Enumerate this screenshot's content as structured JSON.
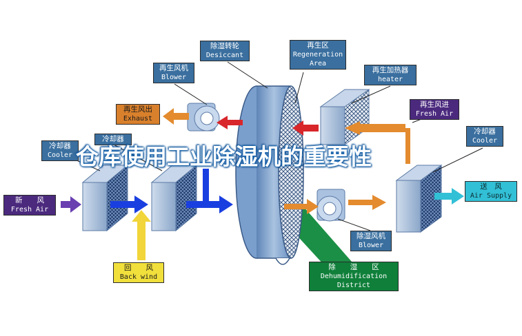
{
  "title": "仓库使用工业除湿机的重要性",
  "labels": {
    "desiccant": {
      "cn": "除湿转轮",
      "en": "Desiccant"
    },
    "regen_area": {
      "cn": "再生区",
      "en": "Regeneration Area"
    },
    "regen_blower": {
      "cn": "再生风机",
      "en": "Blower"
    },
    "regen_heater": {
      "cn": "再生加热器",
      "en": "heater"
    },
    "exhaust": {
      "cn": "再生风出",
      "en": "Exhaust"
    },
    "regen_fresh_air": {
      "cn": "再生风进",
      "en": "Fresh Air"
    },
    "cooler_left": {
      "cn": "冷却器",
      "en": "Cooler"
    },
    "cooler_mid": {
      "cn": "冷却器",
      "en": ""
    },
    "cooler_right": {
      "cn": "冷却器",
      "en": "Cooler"
    },
    "fresh_air": {
      "cn": "新　　风",
      "en": "Fresh Air"
    },
    "air_supply": {
      "cn": "送　风",
      "en": "Air Supply"
    },
    "back_wind": {
      "cn": "回　　风",
      "en": "Back wind"
    },
    "dehum_blower": {
      "cn": "除湿风机",
      "en": "Blower"
    },
    "dehum_district": {
      "cn": "除　　湿　　区",
      "en": "Dehumidification District"
    }
  },
  "colors": {
    "label_blue": "#3a6f9f",
    "exhaust_orange": "#d9802c",
    "regen_purple": "#4b2a7e",
    "supply_cyan": "#32c0d6",
    "back_yellow": "#f1df3c",
    "district_green": "#0f7f3a",
    "airflow_blue": "#1a3fe0",
    "airflow_red": "#d8262b",
    "airflow_orange": "#e38b2e"
  }
}
